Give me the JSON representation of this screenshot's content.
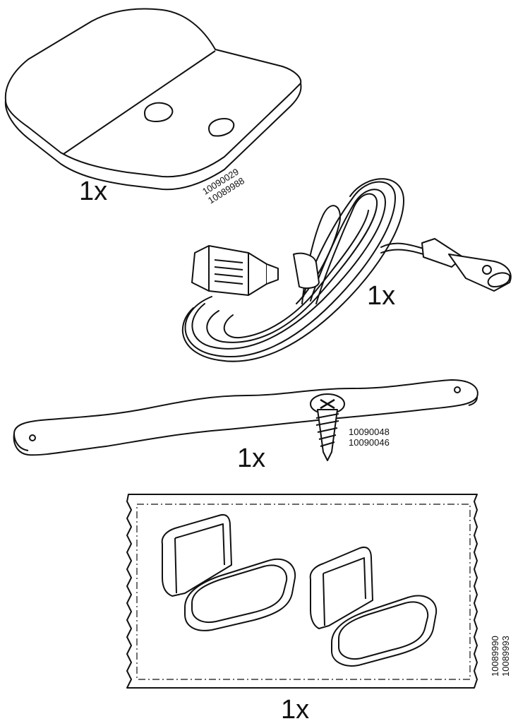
{
  "parts": [
    {
      "name": "mounting-plate",
      "quantity": "1x",
      "article_numbers": [
        "10090029",
        "10089988"
      ]
    },
    {
      "name": "power-cord",
      "quantity": "1x"
    },
    {
      "name": "strap-with-screw",
      "quantity": "1x",
      "article_numbers": [
        "10090048",
        "10090046"
      ]
    },
    {
      "name": "adhesive-clips-bag",
      "quantity": "1x",
      "article_numbers": [
        "10089990",
        "10089993"
      ]
    }
  ]
}
